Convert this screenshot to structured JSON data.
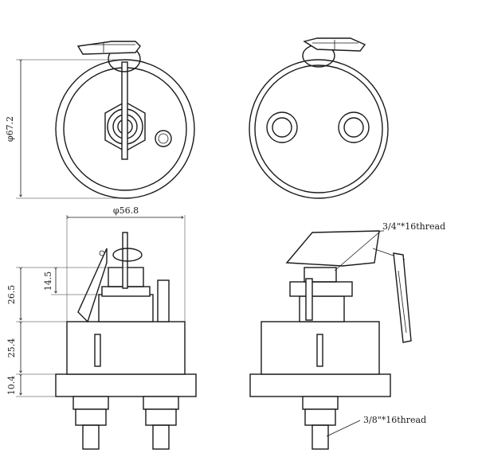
{
  "dimensions": {
    "top_diameter": "φ67.2",
    "side_diameter": "φ56.8",
    "thread_height": "14.5",
    "upper_height": "26.5",
    "body_height": "25.4",
    "base_height": "10.4"
  },
  "callouts": {
    "upper_thread": "3/4\"*16thread",
    "lower_thread": "3/8\"*16thread"
  }
}
